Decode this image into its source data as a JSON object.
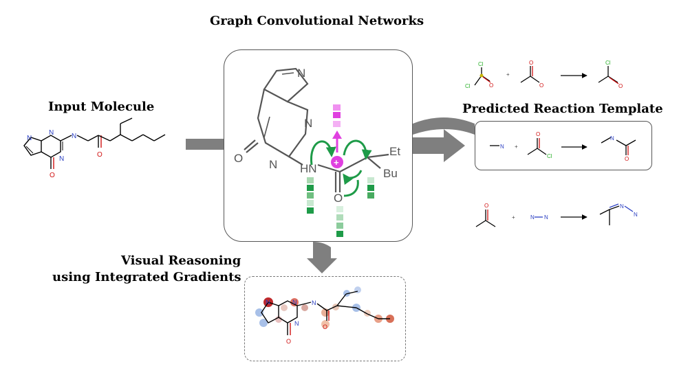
{
  "titles": {
    "gcn": "Graph Convolutional Networks",
    "input": "Input Molecule",
    "template": "Predicted Reaction Template",
    "visual_line1": "Visual Reasoning",
    "visual_line2": "using Integrated Gradients"
  },
  "atom_labels": {
    "N": "N",
    "O": "O",
    "Cl": "Cl",
    "plus": "+"
  },
  "gcn_labels": {
    "N": "N",
    "O": "O",
    "HN": "HN",
    "Et": "Et",
    "Bu": "Bu",
    "charge": "+"
  },
  "colors": {
    "arrow_gray": "#7f7f7f",
    "green": "#1e9b48",
    "magenta": "#e040e0",
    "nitrogen": "#2a3fc2",
    "oxygen": "#d01010",
    "chlorine": "#2ab02a",
    "sulfur": "#c8b400"
  }
}
